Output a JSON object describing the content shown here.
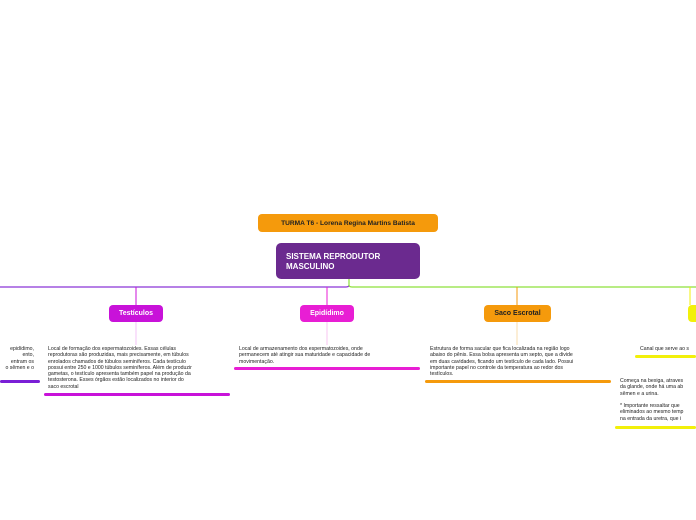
{
  "colors": {
    "root": "#6b2a8f",
    "title_badge": "#f59a0c",
    "branch_purple": "#8a35d6",
    "testiculos": "#c812d9",
    "epididimo": "#e81ed4",
    "saco": "#f59a0c",
    "yellow": "#f2f00a",
    "green": "#8de03a",
    "underline_purple": "#7a1fd6"
  },
  "title_badge": "TURMA T6 - Lorena Regina Martins Batista",
  "root_label_line1": "SISTEMA REPRODUTOR",
  "root_label_line2": "MASCULINO",
  "nodes": [
    {
      "label": "Testículos"
    },
    {
      "label": "Epidídimo"
    },
    {
      "label": "Saco Escrotal"
    }
  ],
  "notes": {
    "left_fragment": "epidídimo,\nento,\nentram os\no sêmen e o",
    "testiculos": "Local de formação dos espermatozoides. Essas células\nreprodutoras são produzidas, mais precisamente, em túbulos\nenrolados chamados de túbulos seminíferos. Cada testículo\npossui entre 250 e 1000 túbulos seminíferos. Além de produzir\ngametas, o testículo apresenta também papel na produção da\ntestosterona. Esses órgãos estão localizados no interior do\nsaco escrotal",
    "epididimo": "Local de armazenamento dos espermatozoides, onde\npermanecem até atingir sua maturidade e capacidade de\nmovimentação.",
    "saco": "Estrutura de forma sacular que fica localizada na região logo\nabaixo do pênis. Essa bolsa apresenta um septo, que a divide\nem duas cavidades, ficando um testículo de cada lado. Possui\nimportante papel no controle da temperatura ao redor dos\ntestículos.",
    "right_top": "Canal que serve ao s",
    "right_bottom": "Começa na bexiga, atraves\nda glande, onde há uma ab\nsêmen e a urina.\n\n* Importante ressaltar que\neliminados ao mesmo temp\nna entrada da uretra, que i"
  }
}
